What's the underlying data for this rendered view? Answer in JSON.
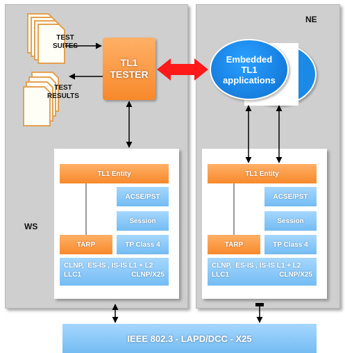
{
  "ws_panel": {
    "label": "WS"
  },
  "ne_panel": {
    "label": "NE"
  },
  "test_suites": {
    "label_line1": "TEST",
    "label_line2": "SUITES"
  },
  "test_results": {
    "label_line1": "TEST",
    "label_line2": "RESULTS"
  },
  "tl1_tester": {
    "label_line1": "TL1",
    "label_line2": "TESTER"
  },
  "embedded_apps": {
    "label_line1": "Embedded",
    "label_line2": "TL1",
    "label_line3": "applications"
  },
  "ws_stack": {
    "tl1_entity": "TL1 Entity",
    "acse_pst": "ACSE/PST",
    "session": "Session",
    "tarp": "TARP",
    "tp_class4": "TP Class 4",
    "net_line1": "CLNP,  ES-IS , IS-IS L1 + L2",
    "net_line2_left": "LLC1",
    "net_line2_right": "CLNP/X25"
  },
  "ne_stack": {
    "tl1_entity": "TL1 Entity",
    "acse_pst": "ACSE/PST",
    "session": "Session",
    "tarp": "TARP",
    "tp_class4": "TP Class 4",
    "net_line1": "CLNP,  ES-IS , IS-IS L1 + L2",
    "net_line2_left": "LLC1",
    "net_line2_right": "CLNP/X25"
  },
  "bus": {
    "label": "IEEE 802.3 - LAPD/DCC - X25"
  },
  "colors": {
    "orange": "#f7892b",
    "blue": "#74bcf3",
    "panel": "#cfcfcf",
    "red_arrow": "#ff1a1a"
  }
}
